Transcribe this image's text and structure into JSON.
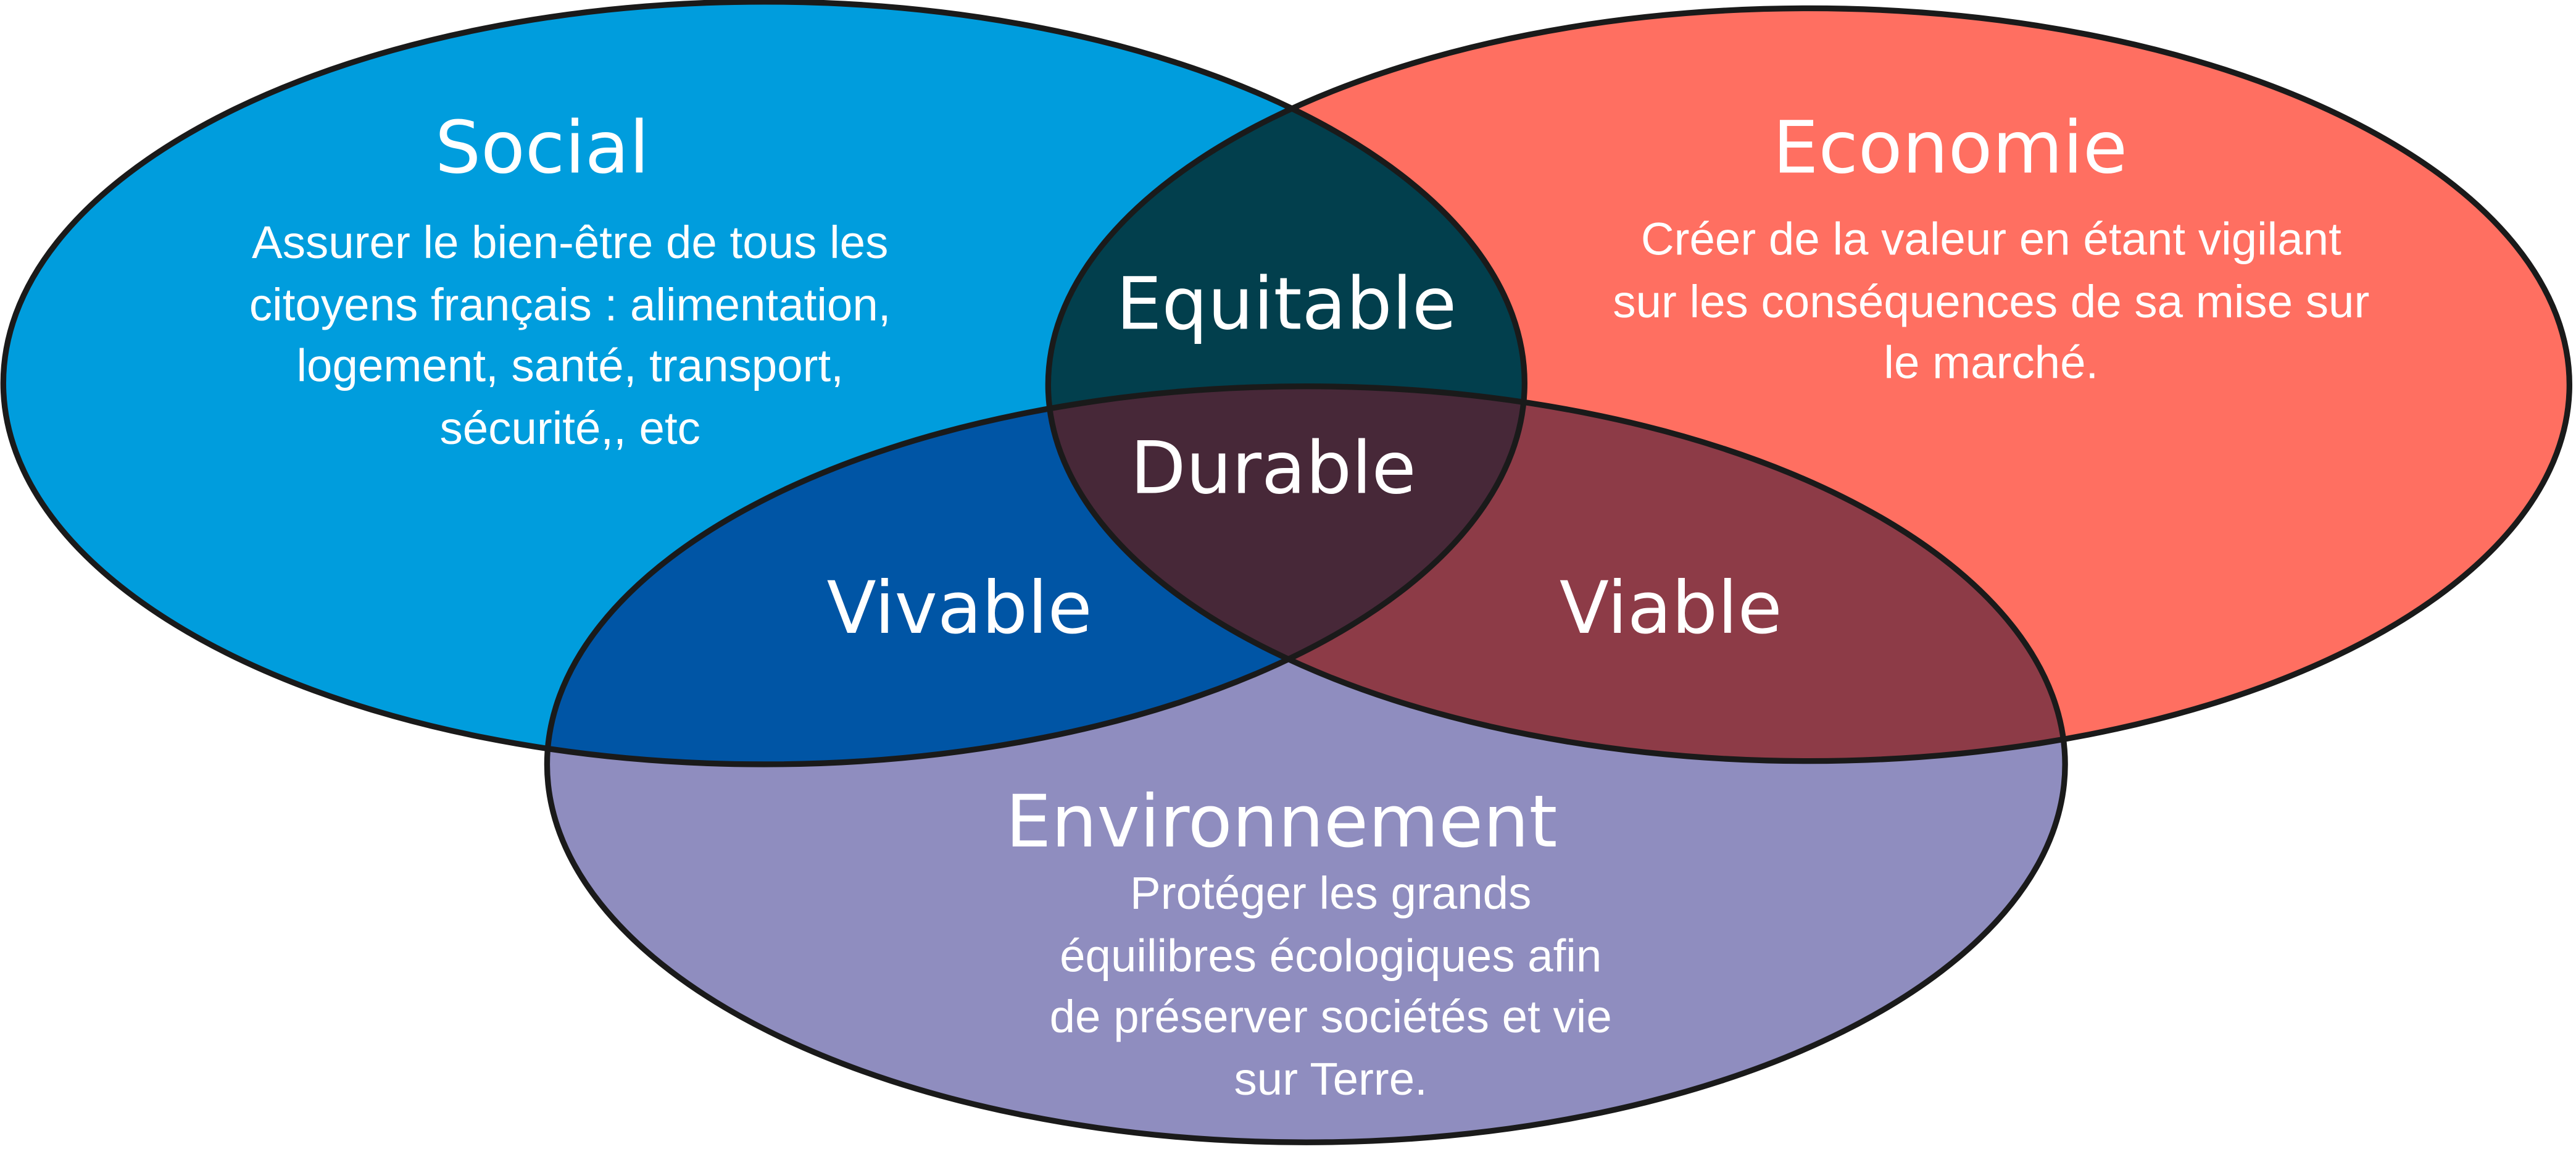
{
  "colors": {
    "social": "#009ddd",
    "economie": "#ff6f61",
    "environnement": "#8f8dbf",
    "equitable": "#023f4d",
    "vivable": "#0055a5",
    "viable": "#8d3b47",
    "durable": "#472838"
  },
  "social": {
    "title": "Social",
    "lines": [
      "Assurer le bien-être de tous les",
      "citoyens français : alimentation,",
      "logement, santé, transport,",
      "sécurité,, etc"
    ]
  },
  "economie": {
    "title": "Economie",
    "lines": [
      "Créer de la valeur en étant vigilant",
      "sur les conséquences de sa mise sur",
      "le marché."
    ]
  },
  "environnement": {
    "title": "Environnement",
    "lines": [
      "Protéger les grands",
      "équilibres écologiques afin",
      "de préserver sociétés et vie",
      "sur Terre."
    ]
  },
  "intersections": {
    "equitable": "Equitable",
    "vivable": "Vivable",
    "viable": "Viable",
    "durable": "Durable"
  }
}
